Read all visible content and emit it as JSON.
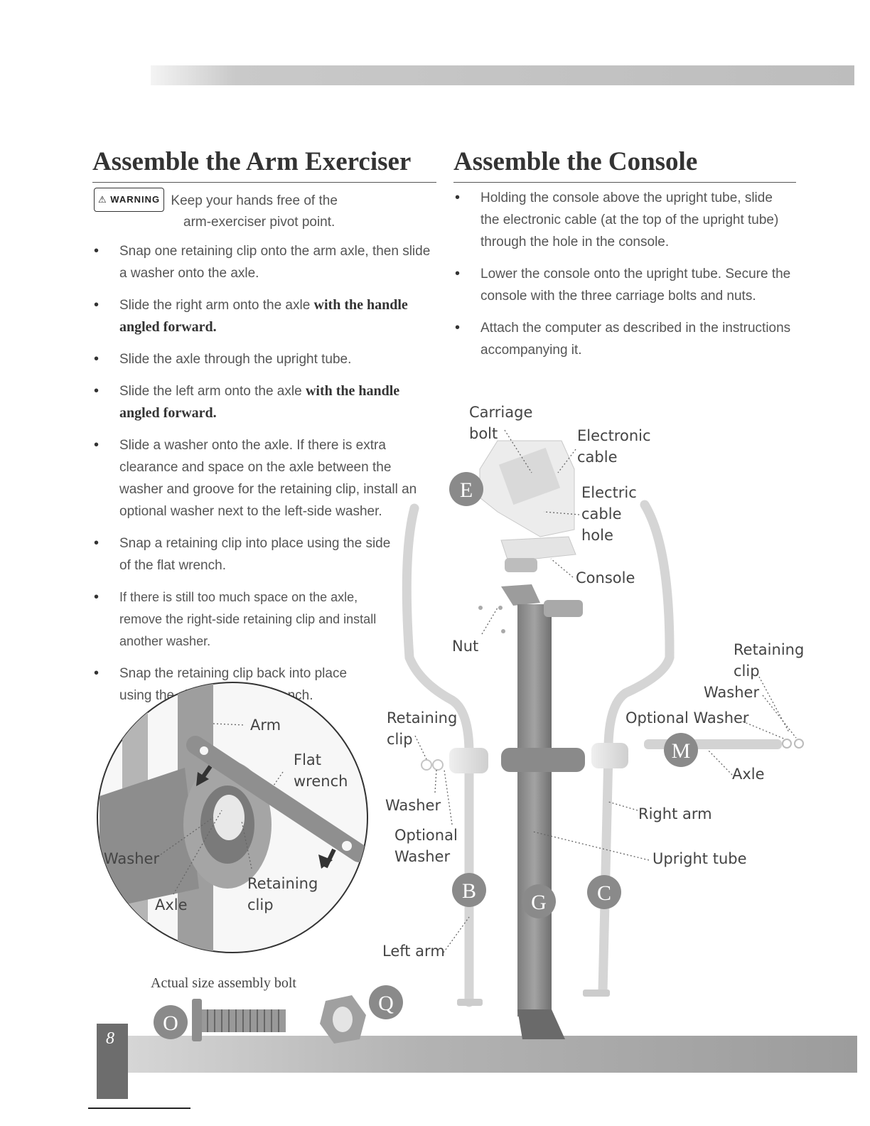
{
  "page": {
    "number": "8"
  },
  "left": {
    "title": "Assemble the Arm Exerciser",
    "warning_badge": "⚠ WARNING",
    "warning_line1": "Keep your hands free of the",
    "warning_line2": "arm-exerciser pivot point.",
    "steps": [
      {
        "plain": "Snap one retaining clip onto the arm axle, then slide a washer onto the axle.",
        "bold": ""
      },
      {
        "plain": "Slide the right arm onto the axle ",
        "bold": "with the handle angled forward."
      },
      {
        "plain": "Slide the axle through the upright tube.",
        "bold": ""
      },
      {
        "plain": "Slide the left arm onto the axle ",
        "bold": "with the handle angled forward."
      },
      {
        "plain": "Slide a washer onto the axle. If there is extra clearance and space on the axle between the washer and groove for the retaining clip, install an optional washer next to the left-side washer.",
        "bold": ""
      },
      {
        "plain": "Snap a retaining clip into place using the side of the flat wrench.",
        "bold": ""
      },
      {
        "plain": "If there is still too much space on the axle, remove the right-side retaining clip and install another washer.",
        "bold": ""
      },
      {
        "plain": "Snap the retaining clip back into place using the side of the flat wrench.",
        "bold": ""
      }
    ],
    "bolt_caption": "Actual size assembly bolt"
  },
  "right": {
    "title": "Assemble the Console",
    "steps": [
      "Holding the console above the upright tube, slide the electronic cable (at the top of the upright tube) through the hole in the console.",
      "Lower the console onto the upright tube. Secure the console with the three carriage bolts and nuts.",
      "Attach the computer as described in the instructions accompanying it."
    ]
  },
  "labels": {
    "carriage_bolt": [
      "Carriage",
      "bolt"
    ],
    "electronic_cable": [
      "Electronic",
      "cable"
    ],
    "electric_cable_hole": [
      "Electric",
      "cable",
      "hole"
    ],
    "console": "Console",
    "nut": "Nut",
    "retaining_clip_right": [
      "Retaining",
      "clip"
    ],
    "washer_right": "Washer",
    "optional_washer_right": "Optional Washer",
    "axle_right": "Axle",
    "right_arm": "Right arm",
    "upright_tube": "Upright tube",
    "retaining_clip_center": [
      "Retaining",
      "clip"
    ],
    "washer_center": "Washer",
    "optional_washer_center": [
      "Optional",
      "Washer"
    ],
    "left_arm": "Left arm",
    "inset_arm": "Arm",
    "inset_flat_wrench": [
      "Flat",
      "wrench"
    ],
    "inset_washer": "Washer",
    "inset_axle": "Axle",
    "inset_retaining_clip": [
      "Retaining",
      "clip"
    ]
  },
  "part_letters": {
    "E": "E",
    "M": "M",
    "B": "B",
    "G": "G",
    "C": "C",
    "O": "O",
    "Q": "Q"
  },
  "colors": {
    "part_badge": "#8a8a8a",
    "arm": "#e3e3e3",
    "tube": "#8c8c8c"
  }
}
